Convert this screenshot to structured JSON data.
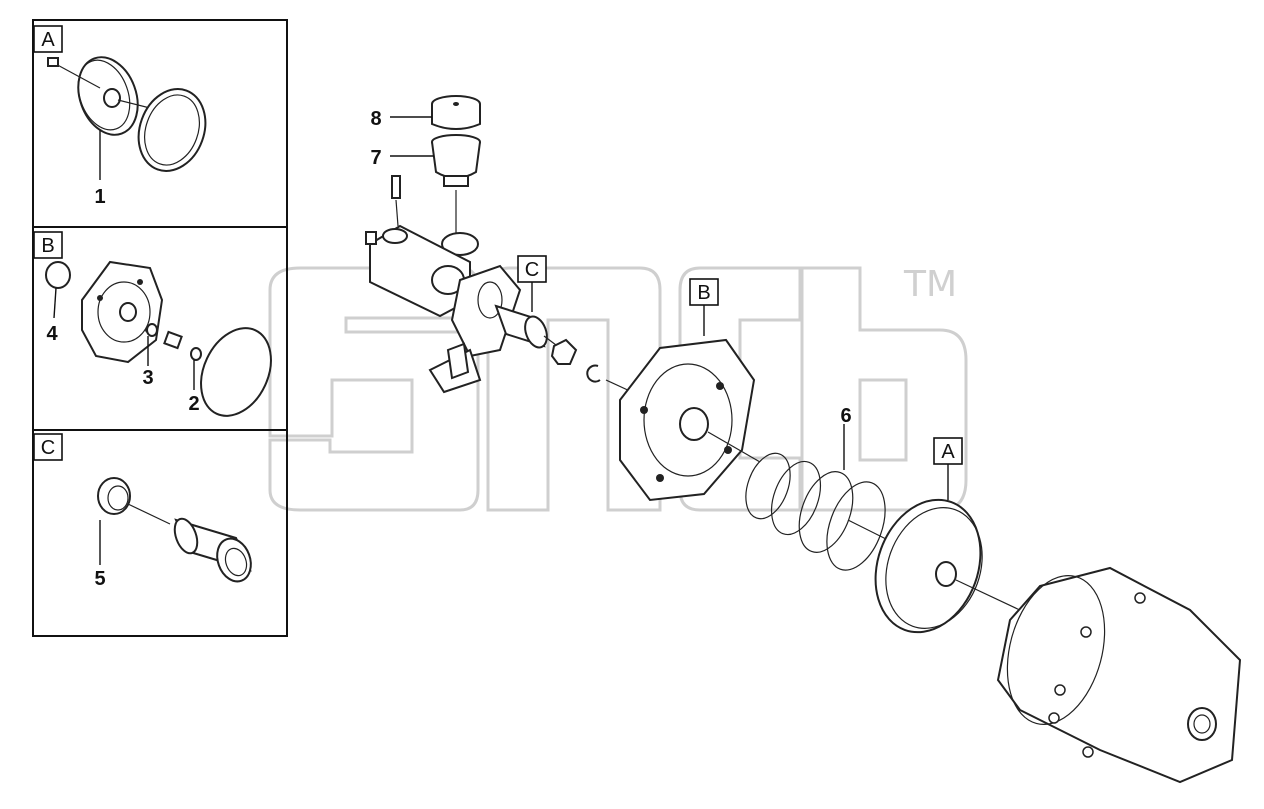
{
  "panels": {
    "a": {
      "letter": "A",
      "part_label": "1"
    },
    "b": {
      "letter": "B",
      "part_labels": [
        "4",
        "3",
        "2"
      ]
    },
    "c": {
      "letter": "C",
      "part_label": "5"
    }
  },
  "callouts": {
    "c": "C",
    "b": "B",
    "a": "A"
  },
  "part_labels": {
    "p8": "8",
    "p7": "7",
    "p6": "6"
  },
  "watermark": {
    "tm": "TM"
  }
}
